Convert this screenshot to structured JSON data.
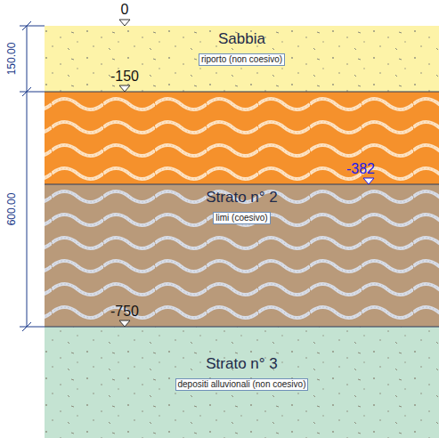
{
  "diagram": {
    "nodes": [
      {
        "text": [
          "Sabbia",
          "riporto (non coesivo)"
        ]
      },
      {
        "text": [
          "Strato n° 2",
          "limi (coesivo)"
        ]
      },
      {
        "text": [
          "Strato n° 3",
          "depositi alluvionali (non coesivo)"
        ]
      }
    ],
    "labels": [
      "0",
      "-150",
      "-382",
      "-750",
      "150.00",
      "600.00"
    ]
  }
}
